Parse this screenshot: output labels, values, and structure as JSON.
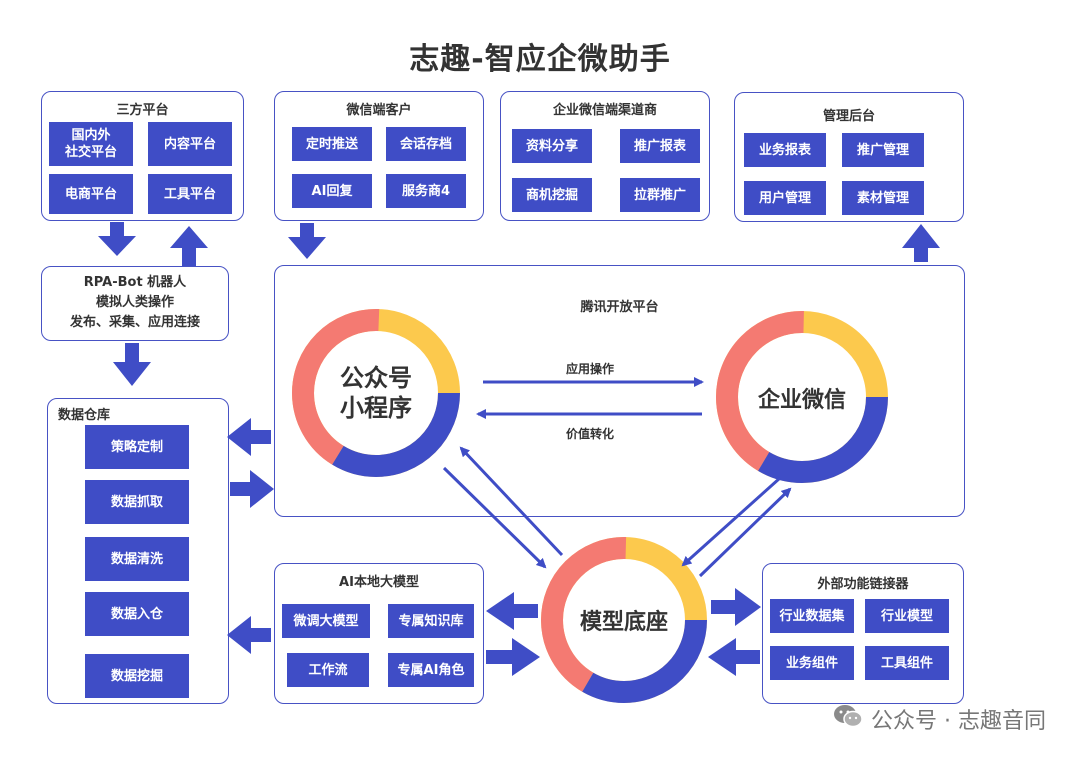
{
  "title": "志趣-智应企微助手",
  "third_party": {
    "title": "三方平台",
    "items": [
      "国内外\n社交平台",
      "内容平台",
      "电商平台",
      "工具平台"
    ]
  },
  "wechat_client": {
    "title": "微信端客户",
    "items": [
      "定时推送",
      "会话存档",
      "AI回复",
      "服务商4"
    ]
  },
  "wecom_channel": {
    "title": "企业微信端渠道商",
    "items": [
      "资料分享",
      "推广报表",
      "商机挖掘",
      "拉群推广"
    ]
  },
  "admin": {
    "title": "管理后台",
    "items": [
      "业务报表",
      "推广管理",
      "用户管理",
      "素材管理"
    ]
  },
  "rpa": {
    "line1": "RPA-Bot 机器人",
    "line2": "模拟人类操作",
    "line3": "发布、采集、应用连接"
  },
  "warehouse": {
    "title": "数据仓库",
    "items": [
      "策略定制",
      "数据抓取",
      "数据清洗",
      "数据入仓",
      "数据挖掘"
    ]
  },
  "tencent": {
    "title": "腾讯开放平台",
    "ring_left_line1": "公众号",
    "ring_left_line2": "小程序",
    "ring_right": "企业微信",
    "arrow_top": "应用操作",
    "arrow_bottom": "价值转化"
  },
  "model_base": {
    "label": "模型底座"
  },
  "ai_local": {
    "title": "AI本地大模型",
    "items": [
      "微调大模型",
      "专属知识库",
      "工作流",
      "专属AI角色"
    ]
  },
  "external": {
    "title": "外部功能链接器",
    "items": [
      "行业数据集",
      "行业模型",
      "业务组件",
      "工具组件"
    ]
  },
  "watermark": {
    "text": "公众号 · 志趣音同",
    "icon": "wechat-icon"
  },
  "colors": {
    "blue": "#3f4dc6",
    "yellow": "#fcc94d",
    "red": "#f47a72",
    "border": "#4752c4"
  }
}
